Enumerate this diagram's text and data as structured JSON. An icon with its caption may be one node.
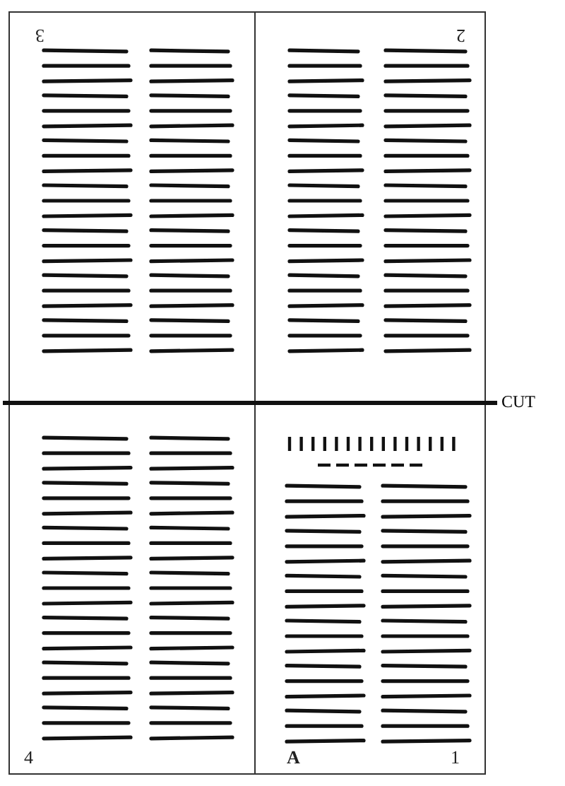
{
  "diagram": {
    "nodes": [
      {
        "text": [
          "3"
        ]
      },
      {
        "text": [
          "2"
        ]
      },
      {
        "text": [
          "4"
        ]
      },
      {
        "text": [
          "A",
          "1"
        ]
      }
    ],
    "labels": [
      "CUT"
    ]
  }
}
